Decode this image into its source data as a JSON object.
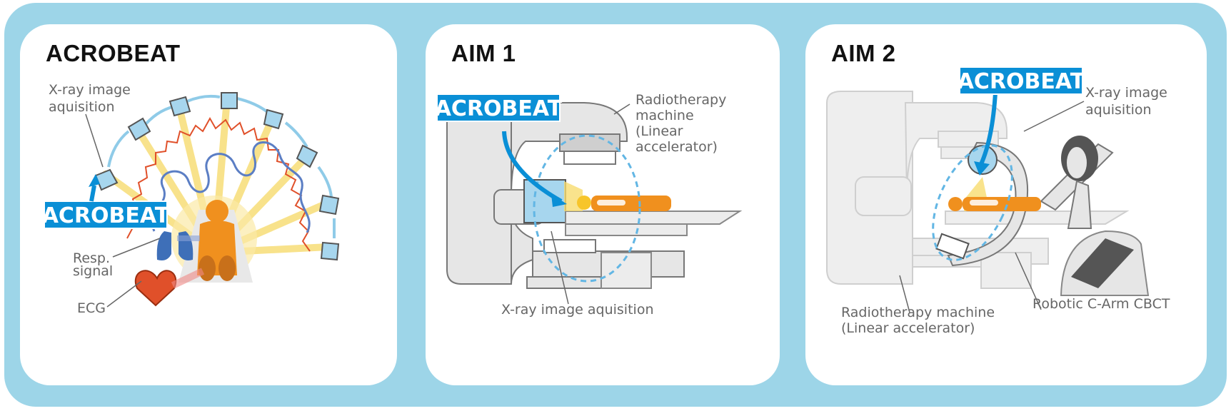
{
  "colors": {
    "frame": "#9dd5e8",
    "brand": "#0a8fd6",
    "machine_gray": "#e6e6e6",
    "patient_orange": "#f0901e",
    "ecg_red": "#e0502a",
    "resp_blue": "#5b7ec4",
    "arrow_light_blue": "#62b6e4"
  },
  "panels": [
    {
      "title": "ACROBEAT",
      "badge": "ACROBEAT",
      "labels": {
        "xray_line1": "X-ray image",
        "xray_line2": "aquisition",
        "resp_line1": "Resp.",
        "resp_line2": "signal",
        "ecg": "ECG"
      }
    },
    {
      "title": "AIM 1",
      "badge": "ACROBEAT",
      "labels": {
        "machine_line1": "Radiotherapy",
        "machine_line2": "machine",
        "machine_line3": "(Linear",
        "machine_line4": "accelerator)",
        "xray": "X-ray image aquisition"
      }
    },
    {
      "title": "AIM 2",
      "badge": "ACROBEAT",
      "labels": {
        "xray_line1": "X-ray image",
        "xray_line2": "aquisition",
        "machine_line1": "Radiotherapy machine",
        "machine_line2": "(Linear accelerator)",
        "carm": "Robotic C-Arm CBCT"
      }
    }
  ]
}
